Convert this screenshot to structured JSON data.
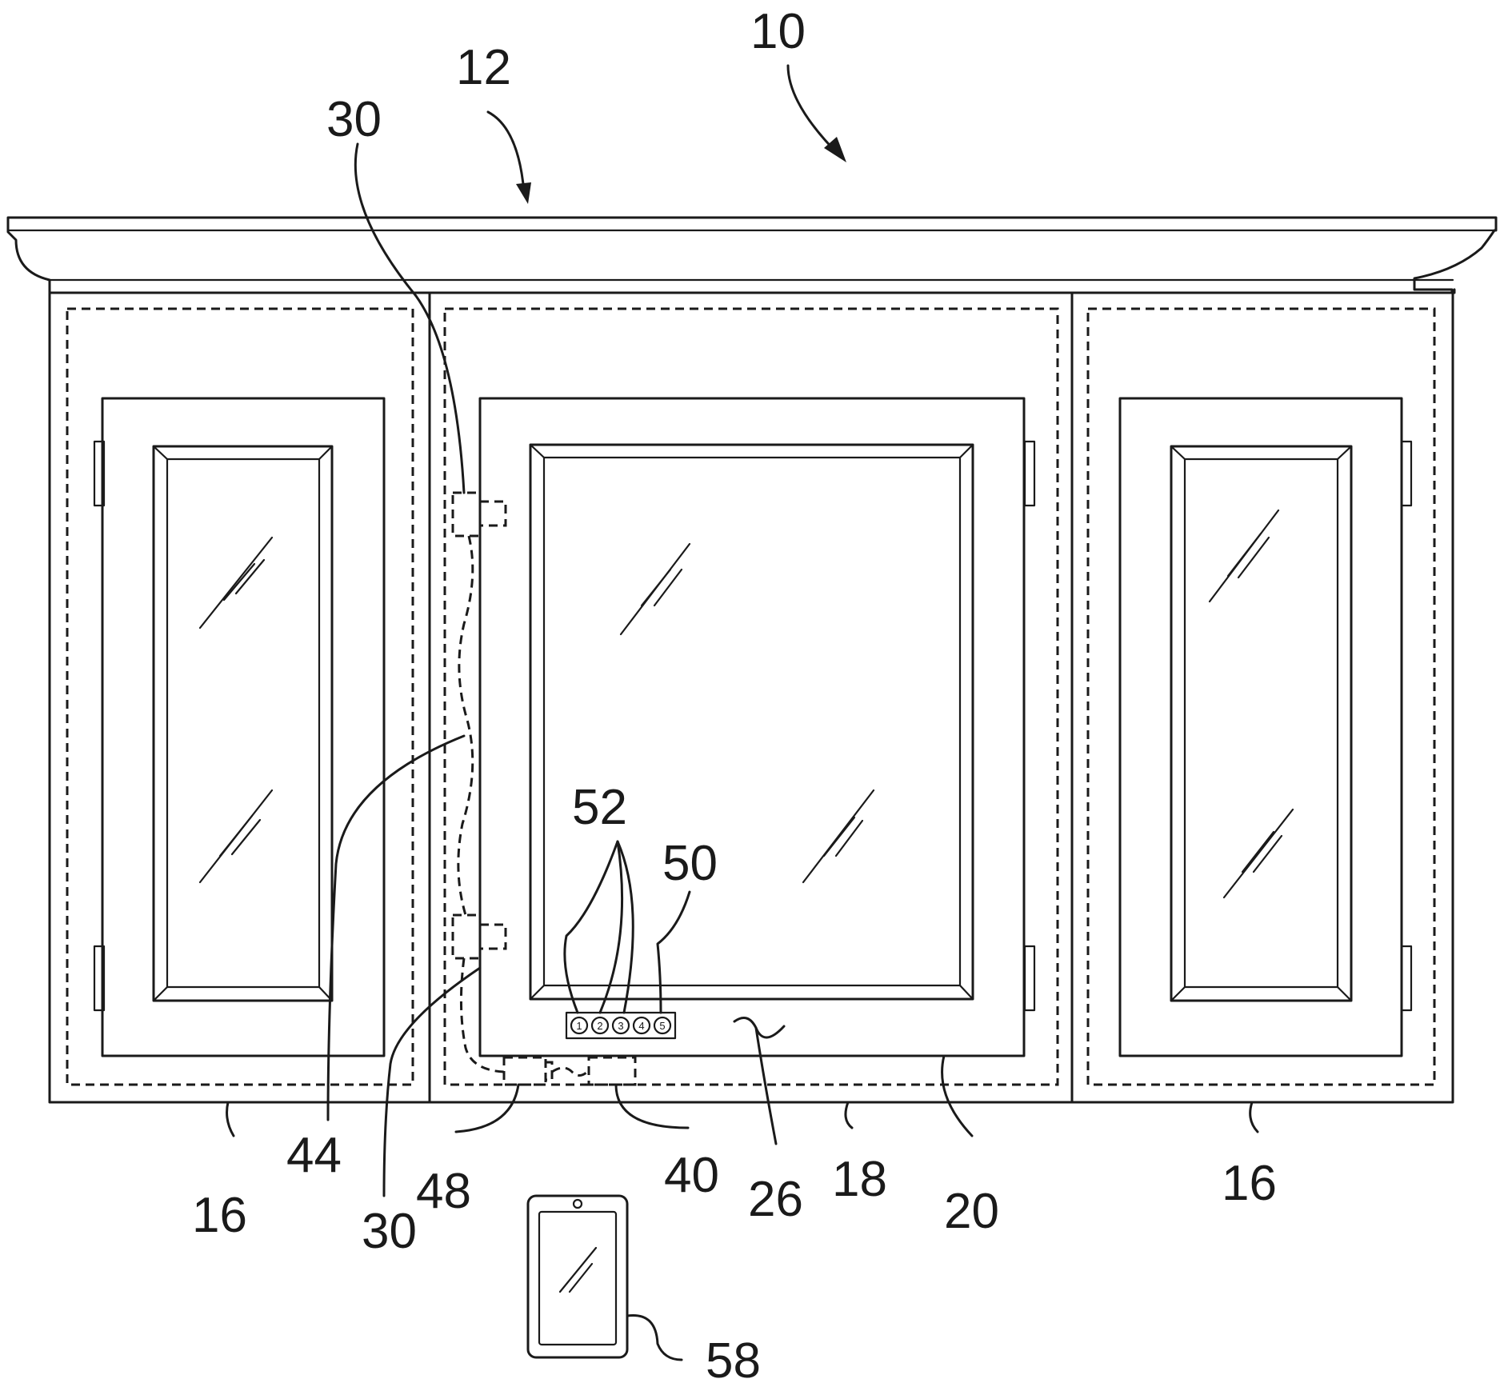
{
  "labels": {
    "system": "10",
    "cabinet": "12",
    "hinge_top": "30",
    "side_door_left": "16",
    "wire": "44",
    "hinge_bottom": "30",
    "receiver": "48",
    "controller": "40",
    "face": "26",
    "center_door": "18",
    "panel": "20",
    "side_door_right": "16",
    "buttons": "52",
    "control_panel": "50",
    "remote_device": "58"
  },
  "control_buttons": [
    "1",
    "2",
    "3",
    "4",
    "5"
  ]
}
